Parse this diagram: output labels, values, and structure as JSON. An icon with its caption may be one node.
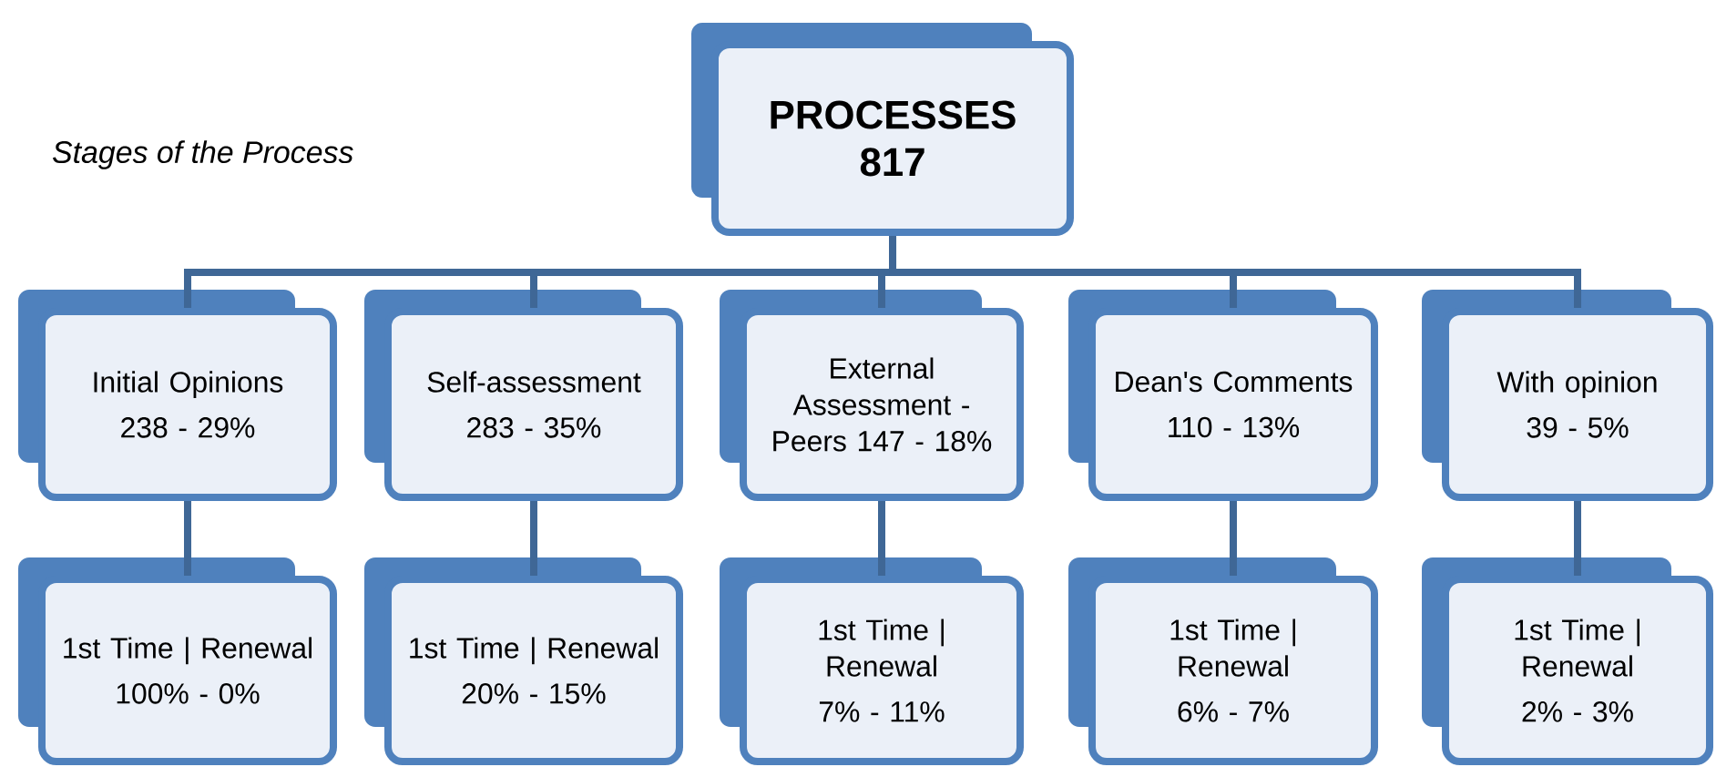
{
  "diagram": {
    "nodes": [
      {
        "text": [
          "PROCESSES 817"
        ]
      },
      {
        "text": [
          "Initial Opinions",
          "238 - 29%"
        ]
      },
      {
        "text": [
          "Self-assessment",
          "283 - 35%"
        ]
      },
      {
        "text": [
          "External Assessment - Peers 147 - 18%"
        ]
      },
      {
        "text": [
          "Dean's Comments",
          "110 - 13%"
        ]
      },
      {
        "text": [
          "With opinion",
          "39 - 5%"
        ]
      },
      {
        "text": [
          "1st Time | Renewal",
          "100% - 0%"
        ]
      },
      {
        "text": [
          "1st Time | Renewal",
          "20% - 15%"
        ]
      },
      {
        "text": [
          "1st Time | Renewal",
          "7% - 11%"
        ]
      },
      {
        "text": [
          "1st Time | Renewal",
          "6% - 7%"
        ]
      },
      {
        "text": [
          "1st Time | Renewal",
          "2% - 3%"
        ]
      }
    ],
    "edges": [
      {
        "from": 0,
        "to": 1,
        "arrow": "none"
      },
      {
        "from": 0,
        "to": 2,
        "arrow": "none"
      },
      {
        "from": 0,
        "to": 3,
        "arrow": "none"
      },
      {
        "from": 0,
        "to": 4,
        "arrow": "none"
      },
      {
        "from": 0,
        "to": 5,
        "arrow": "none"
      },
      {
        "from": 1,
        "to": 6,
        "arrow": "none"
      },
      {
        "from": 2,
        "to": 7,
        "arrow": "none"
      },
      {
        "from": 3,
        "to": 8,
        "arrow": "none"
      },
      {
        "from": 4,
        "to": 9,
        "arrow": "none"
      },
      {
        "from": 5,
        "to": 10,
        "arrow": "none"
      }
    ],
    "labels": [
      "Stages of the Process"
    ]
  }
}
